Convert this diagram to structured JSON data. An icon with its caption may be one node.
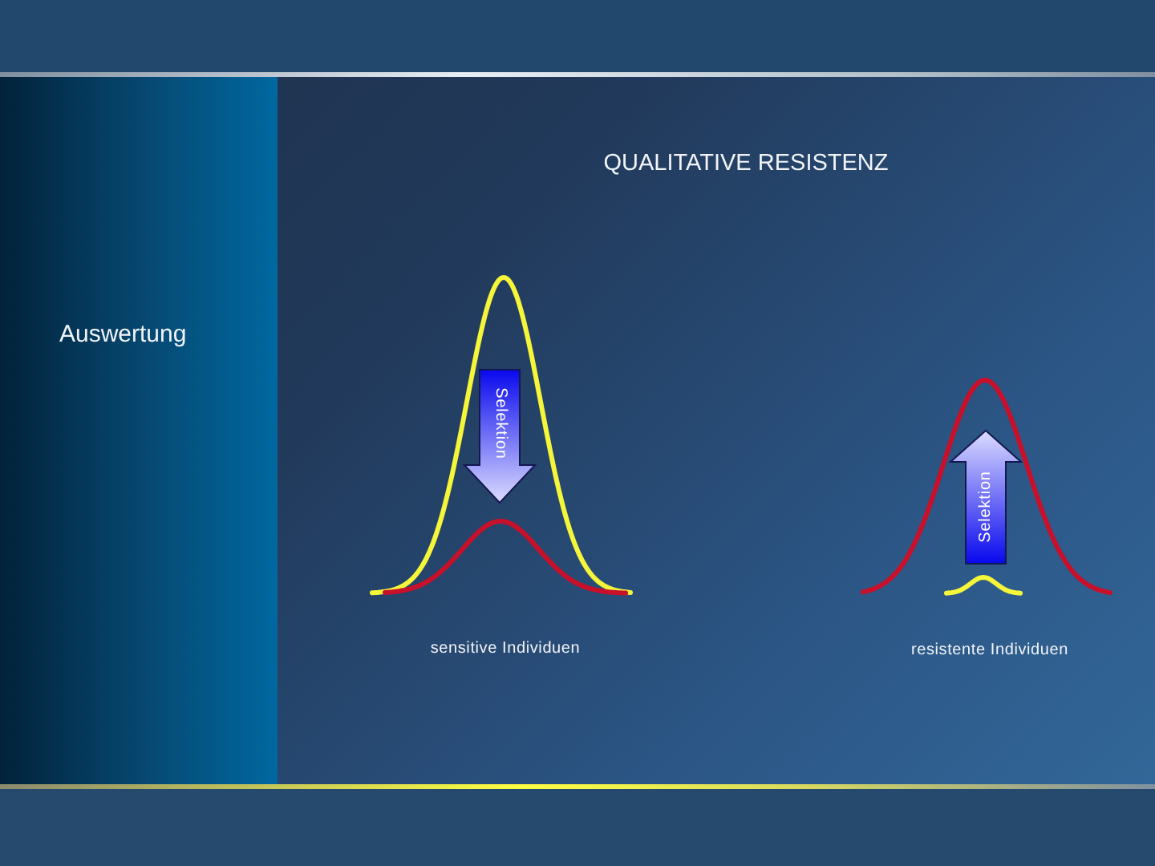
{
  "diagram": {
    "title": "QUALITATIVE RESISTENZ",
    "nodes": [
      {
        "text": [
          "Selektion"
        ]
      },
      {
        "text": [
          "Selektion"
        ]
      }
    ],
    "labels": [
      "Auswertung",
      "sensitive Individuen",
      "resistente Individuen"
    ]
  }
}
